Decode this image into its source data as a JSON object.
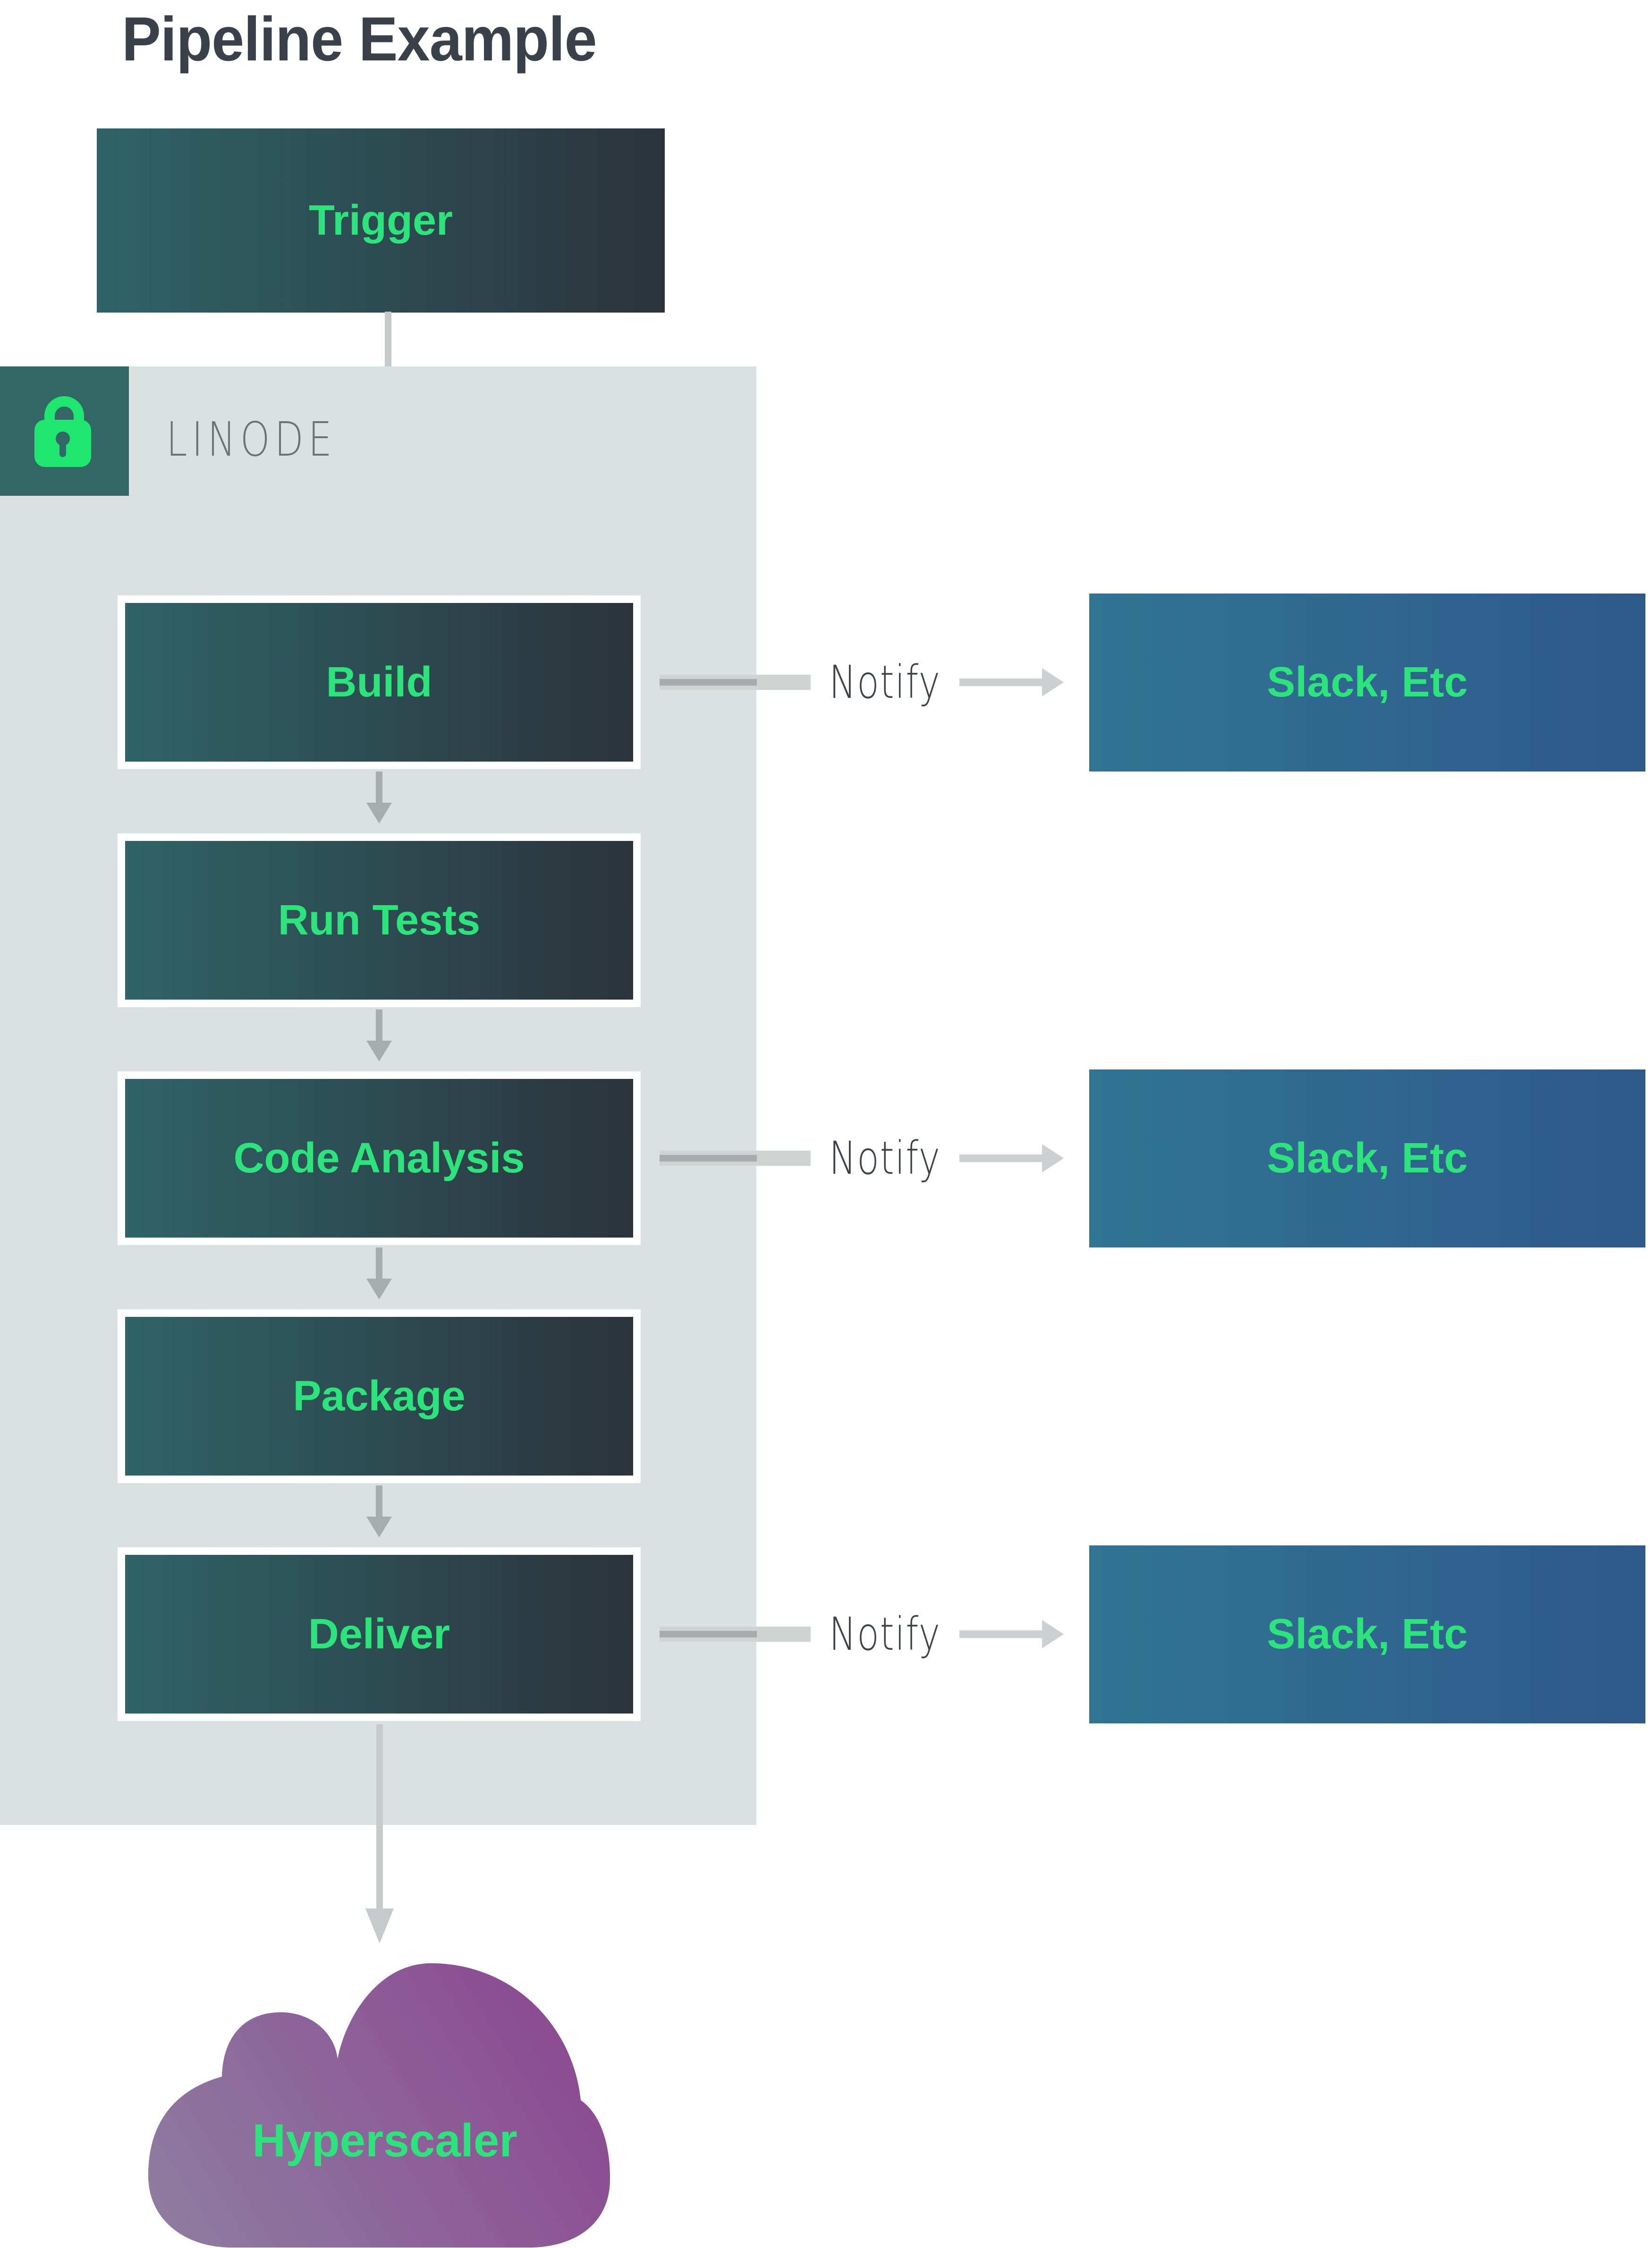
{
  "title": "Pipeline Example",
  "trigger": {
    "label": "Trigger"
  },
  "platform": {
    "label": "LINODE",
    "icon": "lock-icon"
  },
  "stages": [
    {
      "label": "Build"
    },
    {
      "label": "Run Tests"
    },
    {
      "label": "Code Analysis"
    },
    {
      "label": "Package"
    },
    {
      "label": "Deliver"
    }
  ],
  "notify": {
    "label": "Notify",
    "target": "Slack, Etc"
  },
  "cloud": {
    "label": "Hyperscaler"
  },
  "colors": {
    "accent_green": "#2ce47b",
    "stage_gradient_start": "#2e6368",
    "stage_gradient_end": "#2c333b",
    "slack_gradient_start": "#317494",
    "slack_gradient_end": "#2e598b",
    "cloud_gradient_start": "#8e7fa0",
    "cloud_gradient_end": "#8c4290",
    "container_bg": "#dae1e0",
    "lock_badge_bg": "#326766",
    "title_text": "#3a414b",
    "linode_text": "#6c7375",
    "notify_text": "#3c434a",
    "arrow_gray": "#a7adad",
    "arrow_light_gray": "#c6caca"
  }
}
